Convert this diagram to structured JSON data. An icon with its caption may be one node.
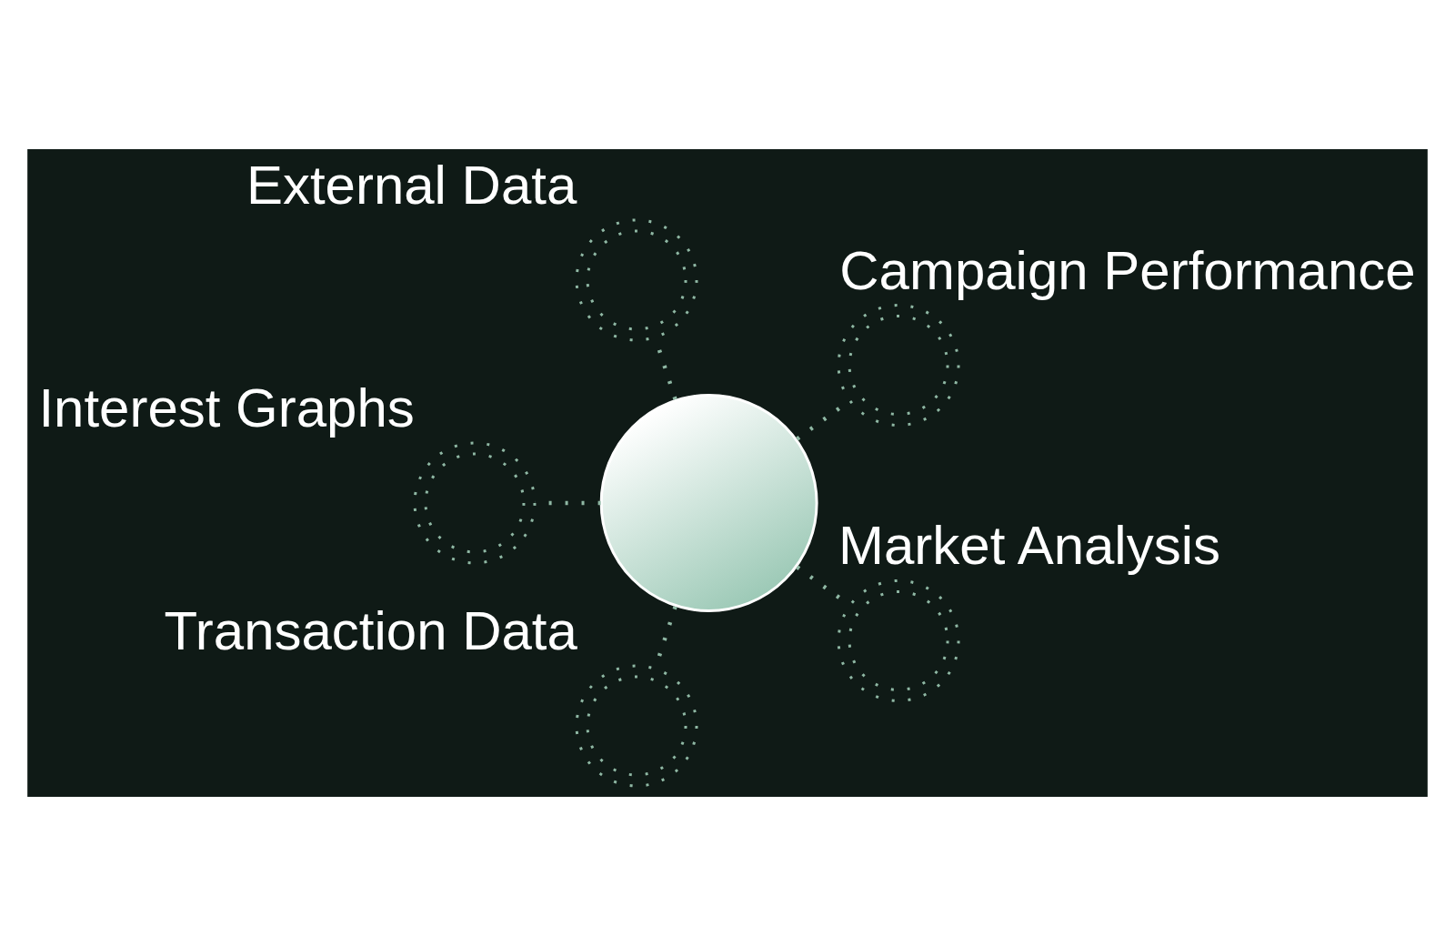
{
  "diagram": {
    "nodes": [
      {
        "text": [],
        "shape": "circle"
      },
      {
        "text": [],
        "shape": "circle",
        "beside": [
          "Campaign Performance"
        ]
      },
      {
        "text": [],
        "shape": "circle",
        "beside": [
          "External Data"
        ]
      },
      {
        "text": [],
        "shape": "circle",
        "beside": [
          "Interest Graphs"
        ]
      },
      {
        "text": [],
        "shape": "circle",
        "beside": [
          "Transaction Data"
        ]
      },
      {
        "text": [],
        "shape": "circle",
        "beside": [
          "Market Analysis"
        ]
      }
    ],
    "edges": [
      {
        "from": 0,
        "to": 1,
        "arrow": "none"
      },
      {
        "from": 0,
        "to": 2,
        "arrow": "none"
      },
      {
        "from": 0,
        "to": 3,
        "arrow": "none"
      },
      {
        "from": 0,
        "to": 4,
        "arrow": "none"
      },
      {
        "from": 0,
        "to": 5,
        "arrow": "none"
      }
    ]
  }
}
